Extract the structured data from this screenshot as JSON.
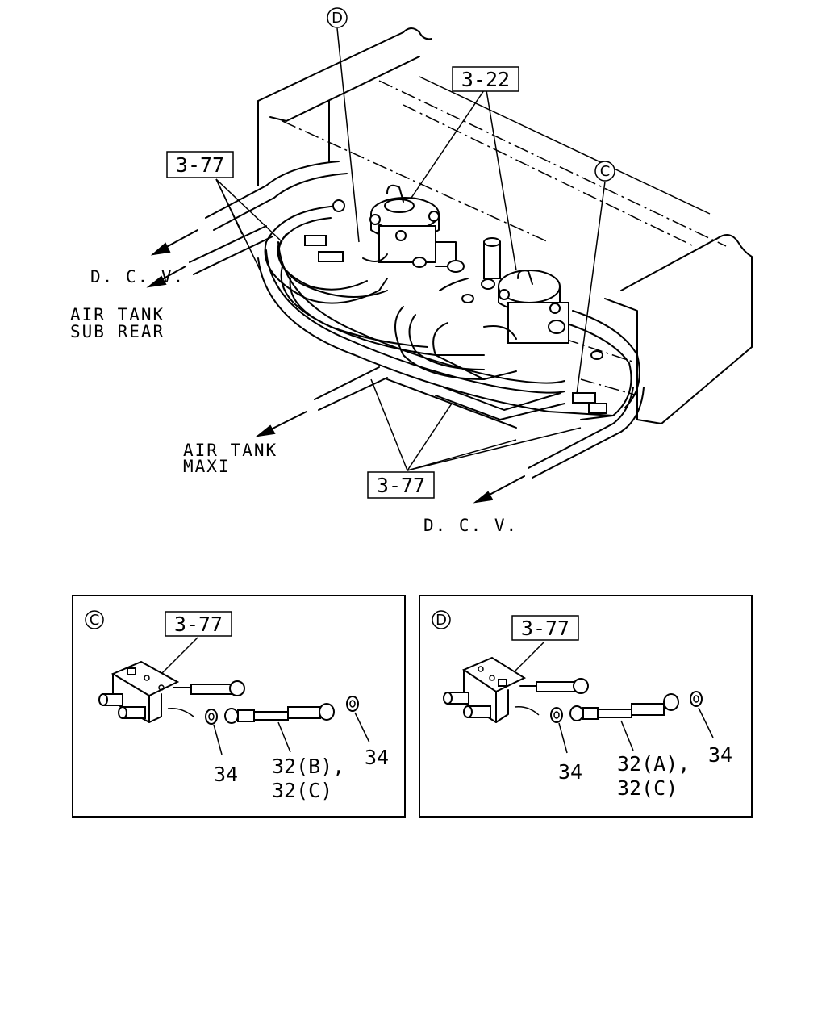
{
  "main_view": {
    "ref_top_center": "3-22",
    "ref_left": "3-77",
    "ref_bottom": "3-77",
    "detail_marker_d": "D",
    "detail_marker_c": "C",
    "label_dcv_left": "D. C. V.",
    "label_air_tank_sub_rear_line1": "AIR TANK",
    "label_air_tank_sub_rear_line2": "SUB REAR",
    "label_air_tank_maxi_line1": "AIR TANK",
    "label_air_tank_maxi_line2": "MAXI",
    "label_dcv_bottom": "D. C. V."
  },
  "detail_c": {
    "marker": "C",
    "ref": "3-77",
    "part_washer_left": "34",
    "part_washer_right": "34",
    "part_hose_line1": "32(B),",
    "part_hose_line2": "32(C)"
  },
  "detail_d": {
    "marker": "D",
    "ref": "3-77",
    "part_washer_left": "34",
    "part_washer_right": "34",
    "part_hose_line1": "32(A),",
    "part_hose_line2": "32(C)"
  }
}
